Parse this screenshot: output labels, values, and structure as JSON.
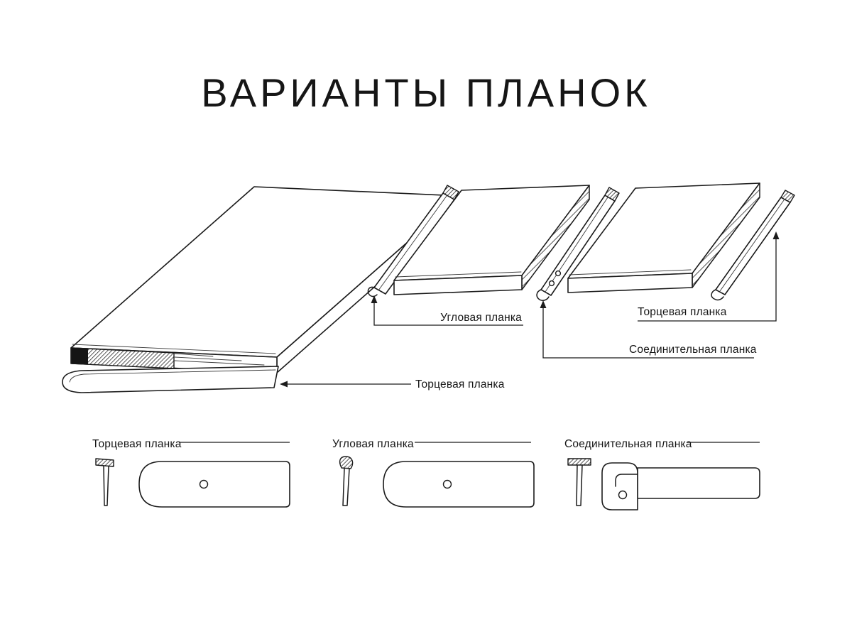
{
  "title": "ВАРИАНТЫ ПЛАНОК",
  "colors": {
    "line": "#1b1b1b",
    "background": "#ffffff"
  },
  "iso_labels": {
    "corner": "Угловая планка",
    "end_right": "Торцевая планка",
    "connector": "Соединительная планка",
    "end_left": "Торцевая планка"
  },
  "section_labels": {
    "end": "Торцевая планка",
    "corner": "Угловая планка",
    "connector": "Соединительная планка"
  }
}
